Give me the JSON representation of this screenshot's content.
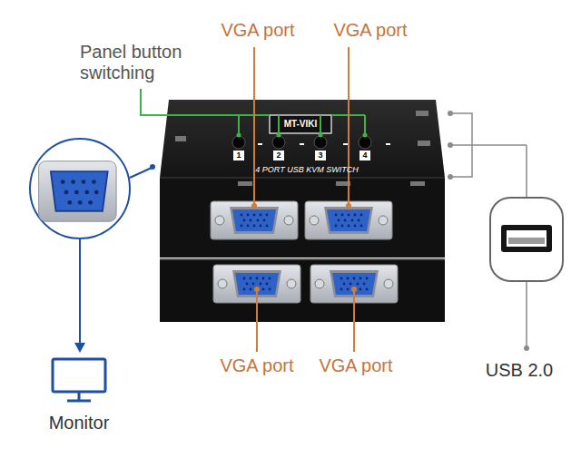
{
  "diagram": {
    "labels": [
      "Panel button switching",
      "VGA port",
      "VGA port",
      "MT-VIKI",
      "1",
      "2",
      "3",
      "4",
      "4 PORT USB KVM SWITCH",
      "VGA port",
      "VGA port",
      "Monitor",
      "USB 2.0"
    ]
  }
}
